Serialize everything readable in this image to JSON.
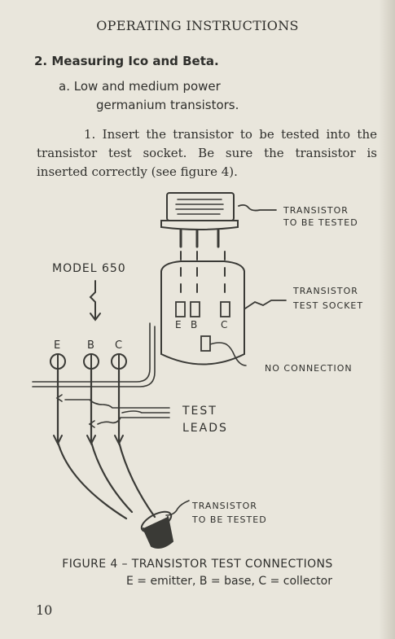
{
  "header": "OPERATING INSTRUCTIONS",
  "section": "2. Measuring Ico and Beta.",
  "subsection": {
    "line1": "a. Low and medium power",
    "line2": "germanium transistors."
  },
  "step1": {
    "number": "1.",
    "text": "Insert the transistor to be tested into the transistor test socket. Be sure the transistor is inserted correctly (see figure 4)."
  },
  "figure": {
    "labels": {
      "transistor_top_1": "TRANSISTOR",
      "transistor_top_2": "TO BE TESTED",
      "model": "MODEL 650",
      "socket_1": "TRANSISTOR",
      "socket_2": "TEST SOCKET",
      "socket_e": "E",
      "socket_b": "B",
      "socket_c": "C",
      "no_connection": "NO CONNECTION",
      "term_e": "E",
      "term_b": "B",
      "term_c": "C",
      "test": "TEST",
      "leads": "LEADS",
      "transistor_bottom_1": "TRANSISTOR",
      "transistor_bottom_2": "TO BE TESTED"
    },
    "caption_line1": "FIGURE 4 – TRANSISTOR TEST CONNECTIONS",
    "caption_line2": "E = emitter, B = base, C = collector"
  },
  "page_number": "10"
}
